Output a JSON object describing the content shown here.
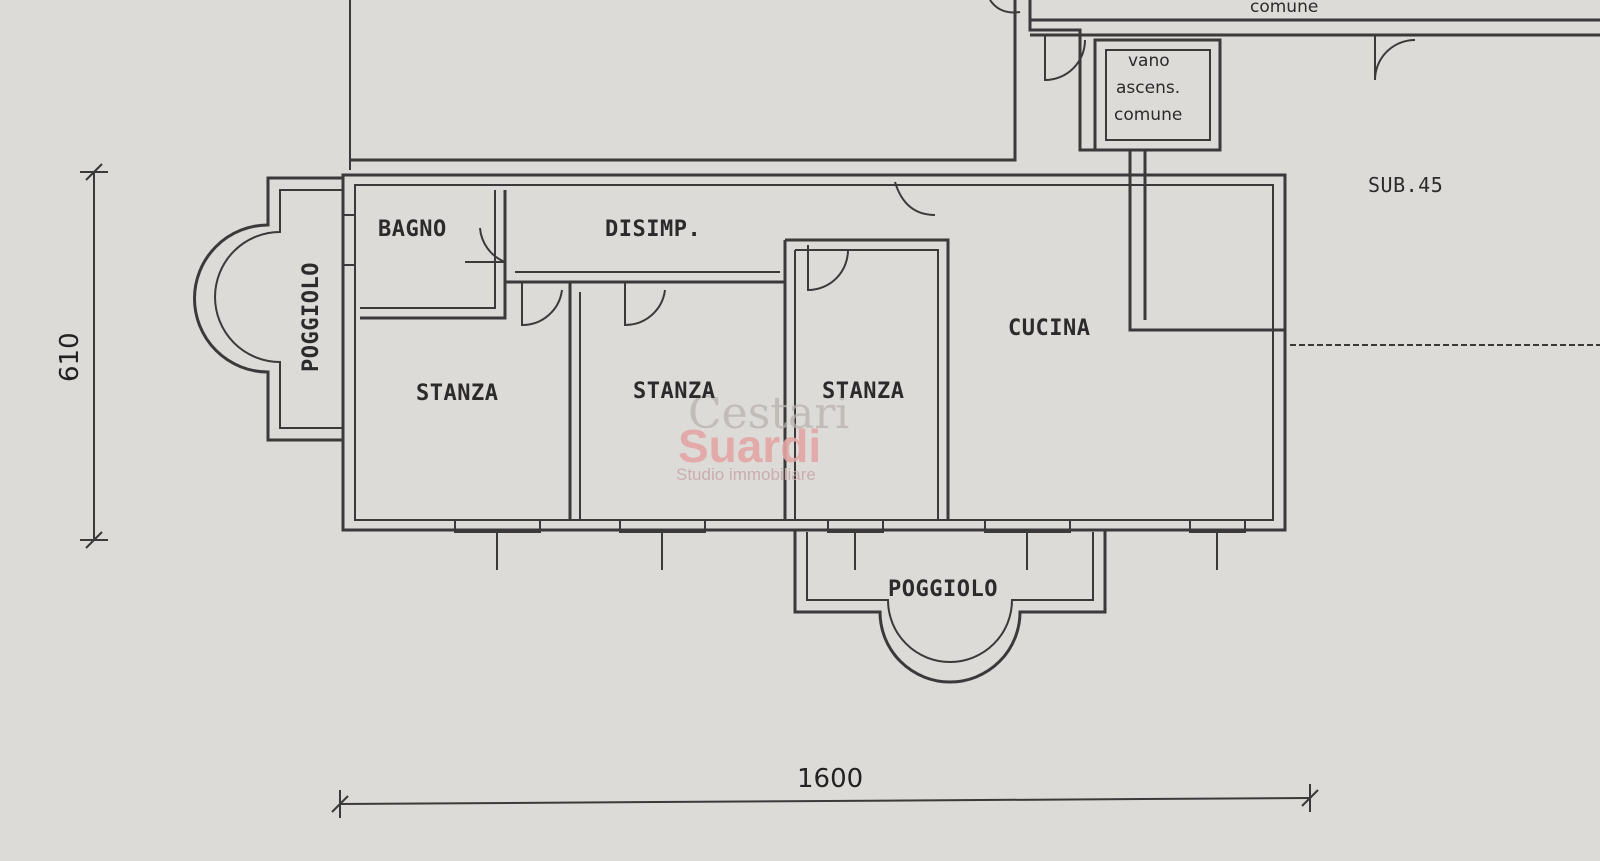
{
  "rooms": {
    "bagno": "BAGNO",
    "disimp": "DISIMP.",
    "poggiolo_left": "POGGIOLO",
    "stanza_1": "STANZA",
    "stanza_2": "STANZA",
    "stanza_3": "STANZA",
    "cucina": "CUCINA",
    "poggiolo_bottom": "POGGIOLO"
  },
  "elevator": {
    "line1": "vano",
    "line2": "ascens.",
    "line3": "comune"
  },
  "top_cut_label": "comune",
  "sub_label": "SUB.45",
  "dimensions": {
    "height": "610",
    "width": "1600"
  },
  "watermark": {
    "line1": "Cestari",
    "line2": "Suardi",
    "line3": "Studio immobiliare"
  }
}
